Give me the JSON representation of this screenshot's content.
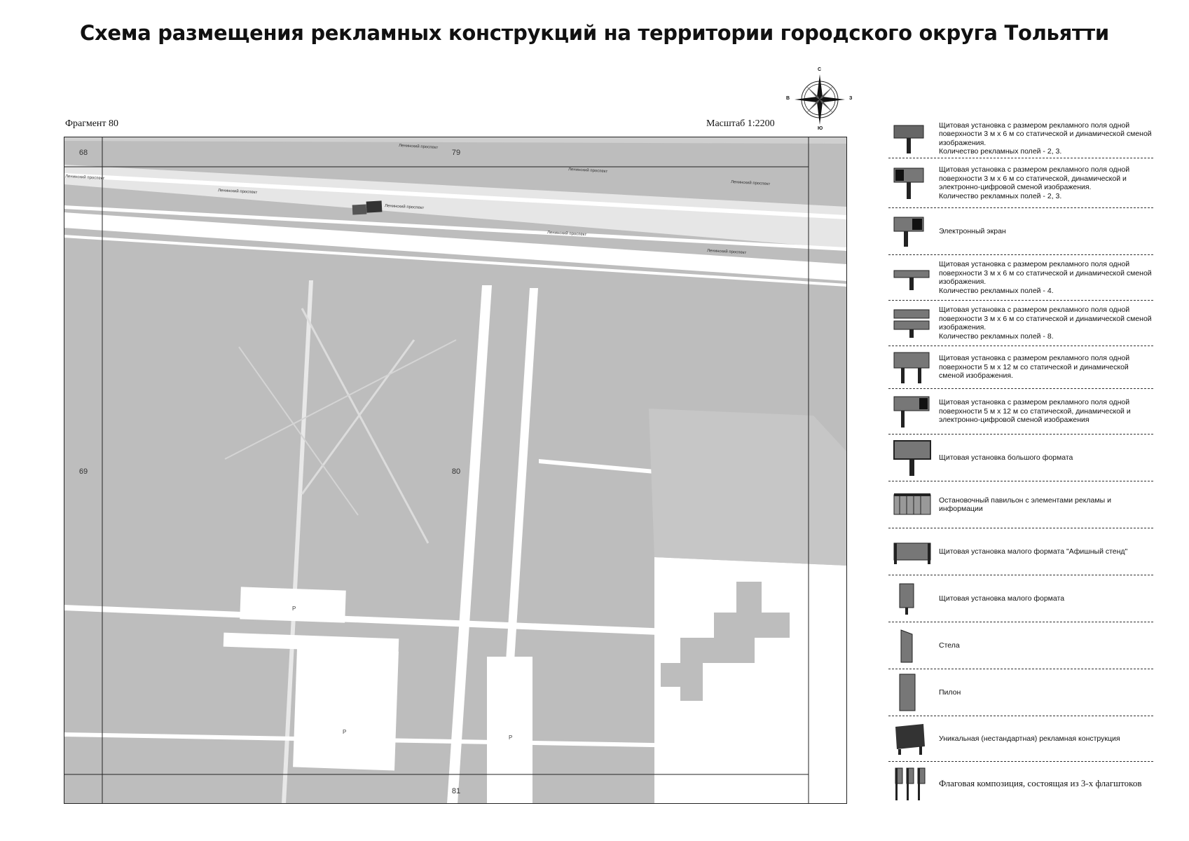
{
  "title": "Схема размещения рекламных конструкций на территории городского округа Тольятти",
  "fragment_label": "Фрагмент 80",
  "scale_label": "Масштаб 1:2200",
  "compass": {
    "n": "С",
    "s": "Ю",
    "w": "В",
    "e": "З"
  },
  "map": {
    "sheet_numbers": {
      "top_left": "68",
      "left_mid": "69",
      "center": "80",
      "top": "79",
      "bottom": "81"
    },
    "street_labels": [
      "Ленинский проспект",
      "Ленинский проспект",
      "Ленинский проспект",
      "Ленинский проспект",
      "Ленинский проспект",
      "Ленинский проспект",
      "Ленинский проспект",
      "Ленинский проспект"
    ],
    "parking_labels": [
      "P",
      "P",
      "P"
    ]
  },
  "legend": [
    {
      "icon": "billboard-3x6-static-dynamic-icon",
      "text": "Щитовая установка с размером рекламного поля одной поверхности 3 м х 6 м со статической и динамической сменой изображения.\nКоличество рекламных полей - 2, 3."
    },
    {
      "icon": "billboard-3x6-electronic-icon",
      "text": "Щитовая установка с размером рекламного поля одной поверхности 3 м х 6 м со статической, динамической и электронно-цифровой сменой изображения.\nКоличество рекламных полей - 2, 3."
    },
    {
      "icon": "electronic-screen-icon",
      "text": "Электронный экран"
    },
    {
      "icon": "billboard-3x6-four-fields-icon",
      "text": "Щитовая установка с размером рекламного поля одной поверхности 3 м х 6 м со статической и динамической сменой изображения.\nКоличество рекламных полей - 4."
    },
    {
      "icon": "billboard-3x6-eight-fields-icon",
      "text": "Щитовая установка с размером рекламного поля одной поверхности 3 м х 6 м со статической и динамической сменой изображения.\nКоличество рекламных полей - 8."
    },
    {
      "icon": "billboard-5x12-static-dynamic-icon",
      "text": "Щитовая установка с размером рекламного поля одной поверхности 5 м х 12 м со статической и динамической сменой изображения."
    },
    {
      "icon": "billboard-5x12-electronic-icon",
      "text": "Щитовая установка с размером рекламного поля одной поверхности 5 м х 12 м со статической, динамической и электронно-цифровой сменой изображения"
    },
    {
      "icon": "large-format-billboard-icon",
      "text": "Щитовая установка большого формата"
    },
    {
      "icon": "bus-stop-pavilion-icon",
      "text": "Остановочный павильон с элементами рекламы и информации"
    },
    {
      "icon": "poster-stand-icon",
      "text": "Щитовая установка малого формата \"Афишный стенд\""
    },
    {
      "icon": "small-format-billboard-icon",
      "text": "Щитовая установка малого формата"
    },
    {
      "icon": "stele-icon",
      "text": "Стела"
    },
    {
      "icon": "pylon-icon",
      "text": "Пилон"
    },
    {
      "icon": "unique-structure-icon",
      "text": "Уникальная (нестандартная) рекламная конструкция"
    },
    {
      "icon": "flag-composition-icon",
      "text": "Флаговая композиция, состоящая из 3-х флагштоков"
    }
  ]
}
